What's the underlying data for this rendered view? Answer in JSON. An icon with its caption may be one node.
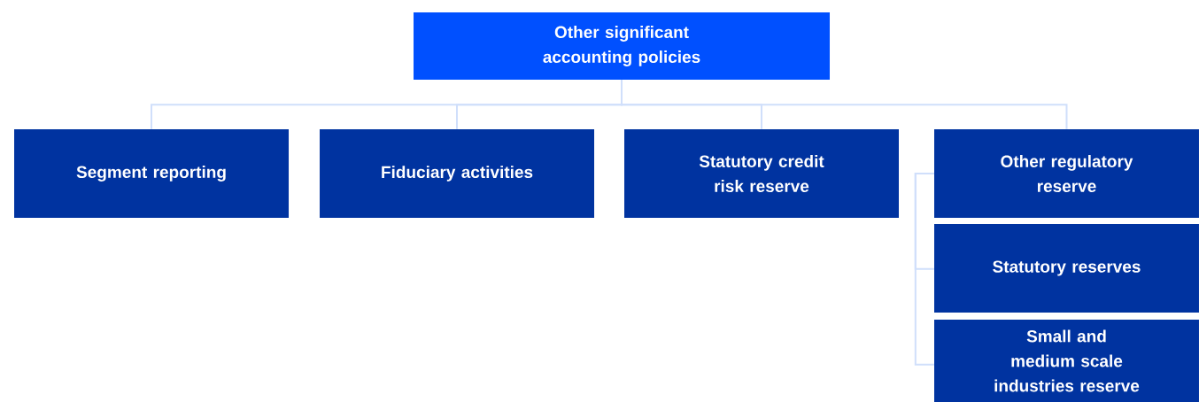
{
  "diagram": {
    "nodes": [
      {
        "text": [
          "Other significant accounting policies"
        ]
      },
      {
        "text": [
          "Segment reporting"
        ]
      },
      {
        "text": [
          "Fiduciary activities"
        ]
      },
      {
        "text": [
          "Statutory credit risk reserve"
        ]
      },
      {
        "text": [
          "Other regulatory reserve"
        ]
      },
      {
        "text": [
          "Statutory reserves"
        ]
      },
      {
        "text": [
          "Small and medium scale industries reserve"
        ]
      }
    ],
    "edges": [
      {
        "from": 0,
        "to": 1,
        "arrow": "none"
      },
      {
        "from": 0,
        "to": 2,
        "arrow": "none"
      },
      {
        "from": 0,
        "to": 3,
        "arrow": "none"
      },
      {
        "from": 0,
        "to": 4,
        "arrow": "none"
      },
      {
        "from": 4,
        "to": 5,
        "arrow": "none"
      },
      {
        "from": 4,
        "to": 6,
        "arrow": "none"
      }
    ]
  }
}
